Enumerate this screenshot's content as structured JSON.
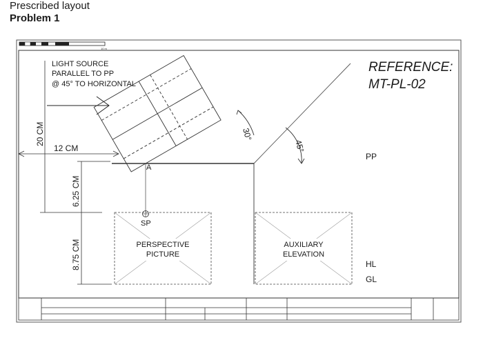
{
  "heading": {
    "title": "Prescribed layout",
    "subtitle": "Problem 1"
  },
  "sheet": {
    "reference": "REFERENCE:",
    "reference_code": "MT-PL-02",
    "light_source": [
      "LIGHT SOURCE",
      "PARALLEL TO PP",
      "@ 45°  TO HORIZONTAL"
    ],
    "dim_20cm": "20 CM",
    "dim_12cm": "12 CM",
    "dim_625cm": "6.25 CM",
    "dim_875cm": "8.75 CM",
    "angle_30": "30°",
    "angle_45": "45°",
    "point_a": "A",
    "point_sp": "SP",
    "pp": "PP",
    "hl": "HL",
    "gl": "GL",
    "perspective": [
      "PERSPECTIVE",
      "PICTURE"
    ],
    "auxiliary": [
      "AUXILIARY",
      "ELEVATION"
    ],
    "scale_end_label": "10 m"
  }
}
